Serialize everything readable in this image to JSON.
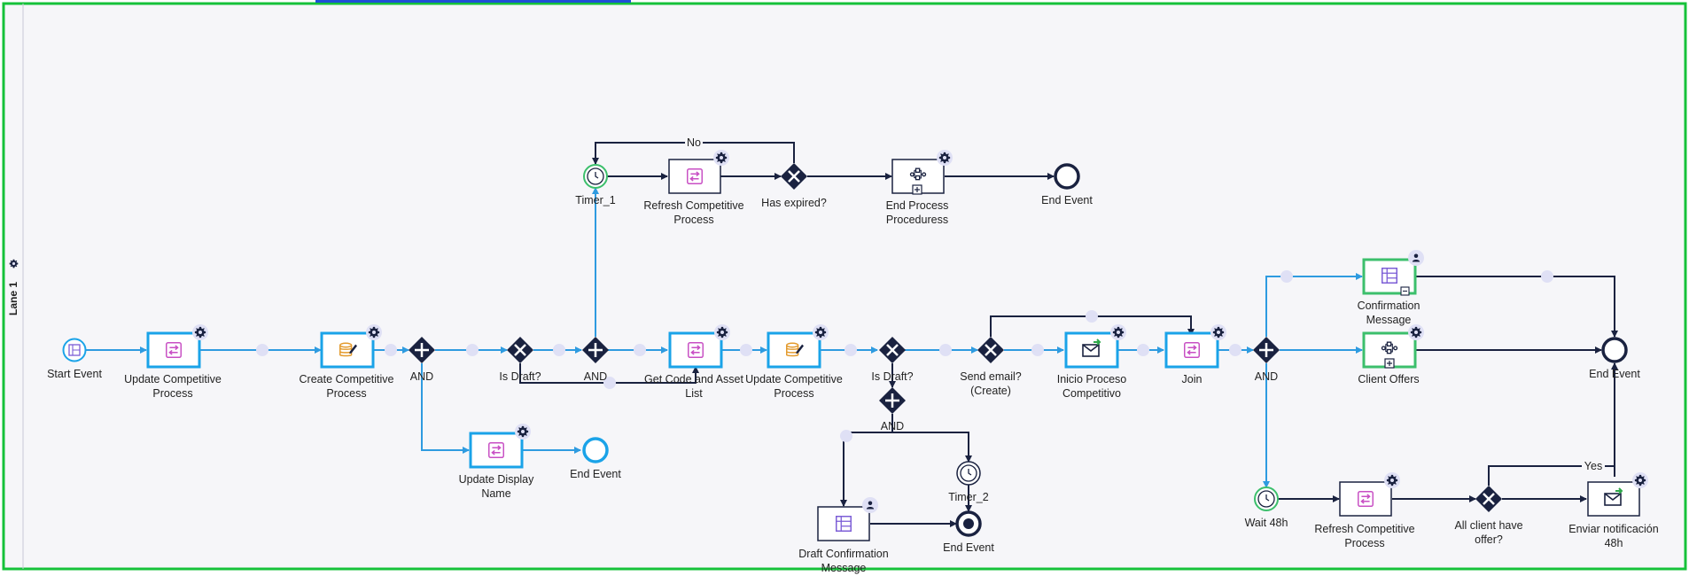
{
  "diagram": {
    "lane": {
      "label": "Lane 1"
    },
    "nodes": {
      "start_event": {
        "label": "Start Event"
      },
      "update_competitive_process": {
        "label": [
          "Update Competitive",
          "Process"
        ]
      },
      "create_competitive_process": {
        "label": [
          "Create Competitive",
          "Process"
        ]
      },
      "gateway_and_1": {
        "label": "AND"
      },
      "update_display_name": {
        "label": [
          "Update Display",
          "Name"
        ]
      },
      "end_event_display": {
        "label": "End Event"
      },
      "is_draft_1": {
        "label": "Is Draft?"
      },
      "gateway_and_2": {
        "label": "AND"
      },
      "timer_1": {
        "label": "Timer_1"
      },
      "refresh_competitive_process_top": {
        "label": [
          "Refresh Competitive",
          "Process"
        ]
      },
      "has_expired": {
        "label": "Has expired?"
      },
      "end_process_proceduress": {
        "label": [
          "End Process",
          "Proceduress"
        ]
      },
      "end_event_top": {
        "label": "End Event"
      },
      "get_code_asset_list": {
        "label": [
          "Get Code and Asset",
          "List"
        ]
      },
      "update_competitive_process_2": {
        "label": [
          "Update Competitive",
          "Process"
        ]
      },
      "is_draft_2": {
        "label": "Is Draft?"
      },
      "gateway_and_3": {
        "label": "AND"
      },
      "timer_2": {
        "label": "Timer_2"
      },
      "draft_confirmation_message": {
        "label": [
          "Draft Confirmation",
          "Message"
        ]
      },
      "end_event_draft": {
        "label": "End Event"
      },
      "send_email_create": {
        "label": [
          "Send email?",
          "(Create)"
        ]
      },
      "inicio_proceso_competitivo": {
        "label": [
          "Inicio Proceso",
          "Competitivo"
        ]
      },
      "join": {
        "label": "Join"
      },
      "gateway_and_4": {
        "label": "AND"
      },
      "confirmation_message": {
        "label": [
          "Confirmation",
          "Message"
        ]
      },
      "client_offers": {
        "label": "Client Offers"
      },
      "end_event_main": {
        "label": "End Event"
      },
      "wait_48h": {
        "label": "Wait 48h"
      },
      "refresh_competitive_process_bottom": {
        "label": [
          "Refresh Competitive",
          "Process"
        ]
      },
      "all_client_have_offer": {
        "label": [
          "All client have",
          "offer?"
        ]
      },
      "enviar_notificacion_48h": {
        "label": [
          "Enviar notificación",
          "48h"
        ]
      }
    },
    "flow_labels": {
      "no": "No",
      "yes": "Yes"
    },
    "colors": {
      "task_border": "#1aa3e8",
      "task_fill": "#ffffff",
      "selected_task_border": "#3cbf6c",
      "gateway_fill": "#1a2240",
      "flow_blue": "#2e9be0",
      "flow_dark": "#1a2240",
      "canvas_bg": "#f6f6f9",
      "frame_green": "#16c23a",
      "timer_ring": "#3cbf6c",
      "script_icon": "#c84fc4",
      "db_icon": "#e39a2c",
      "form_icon": "#7b5cd6"
    }
  }
}
